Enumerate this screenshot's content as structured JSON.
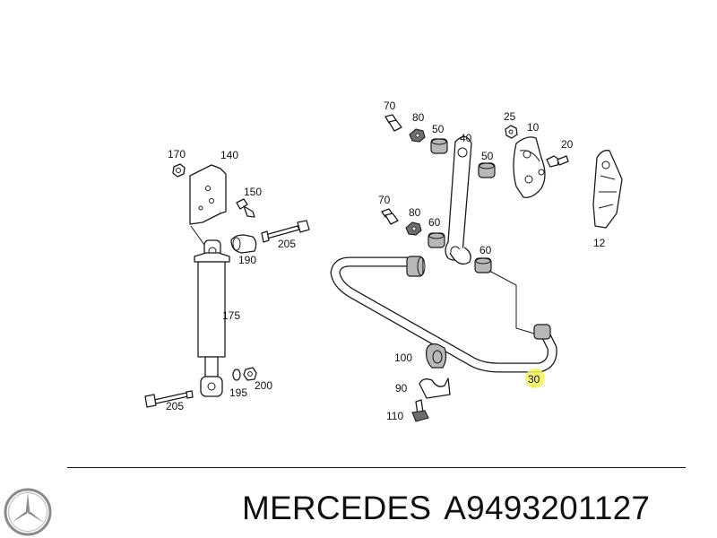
{
  "labels": {
    "p70a": "70",
    "p80a": "80",
    "p50a": "50",
    "p40": "40",
    "p50b": "50",
    "p25": "25",
    "p10": "10",
    "p20": "20",
    "p12": "12",
    "p170": "170",
    "p140": "140",
    "p150": "150",
    "p205a": "205",
    "p190": "190",
    "p175": "175",
    "p70b": "70",
    "p80b": "80",
    "p60a": "60",
    "p60b": "60",
    "p30": "30",
    "p100": "100",
    "p90": "90",
    "p110": "110",
    "p195": "195",
    "p200": "200",
    "p205b": "205"
  },
  "footer": {
    "brand": "MERCEDES",
    "part_number": "A9493201127"
  },
  "colors": {
    "highlight": "#f3f35a",
    "line": "#1a1a1a"
  },
  "logo_icon": "mercedes-star-icon"
}
